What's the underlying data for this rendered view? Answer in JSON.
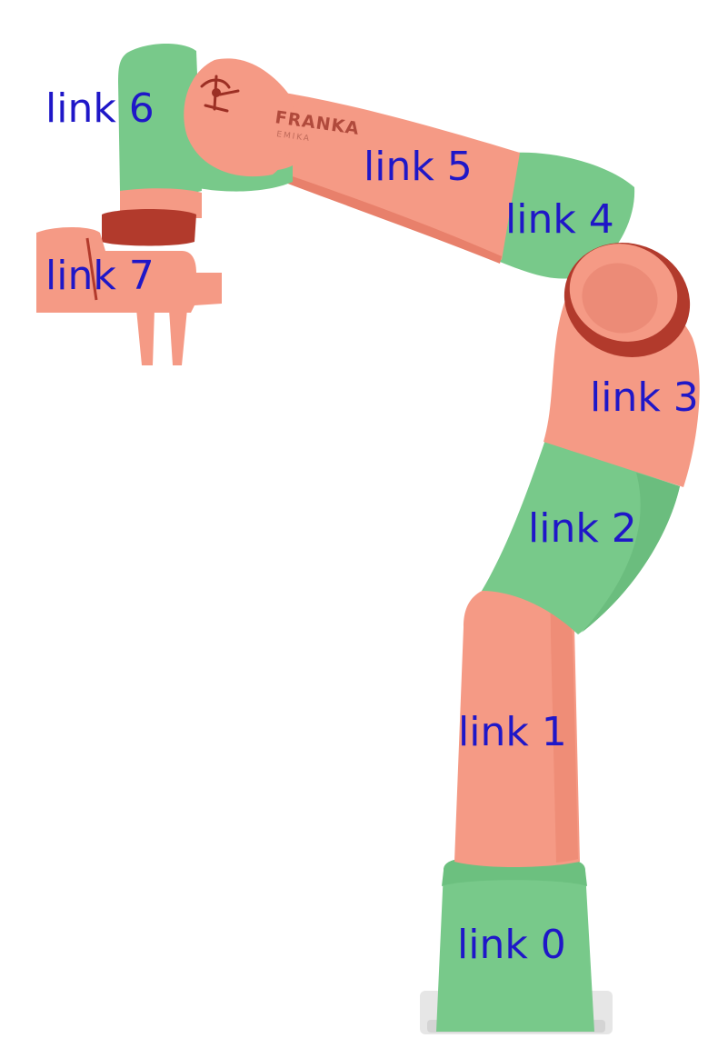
{
  "colors": {
    "salmon": "#f59a85",
    "salmon_dark": "#e8806b",
    "green": "#78c98a",
    "green_dark": "#5fb874",
    "maroon": "#b23a2c",
    "label": "#1f17c8",
    "base_shadow": "#dcdcdc"
  },
  "labels": {
    "link0": "link 0",
    "link1": "link 1",
    "link2": "link 2",
    "link3": "link 3",
    "link4": "link 4",
    "link5": "link 5",
    "link6": "link 6",
    "link7": "link 7"
  },
  "brand": {
    "name": "FRANKA",
    "sub": "EMIKA"
  }
}
